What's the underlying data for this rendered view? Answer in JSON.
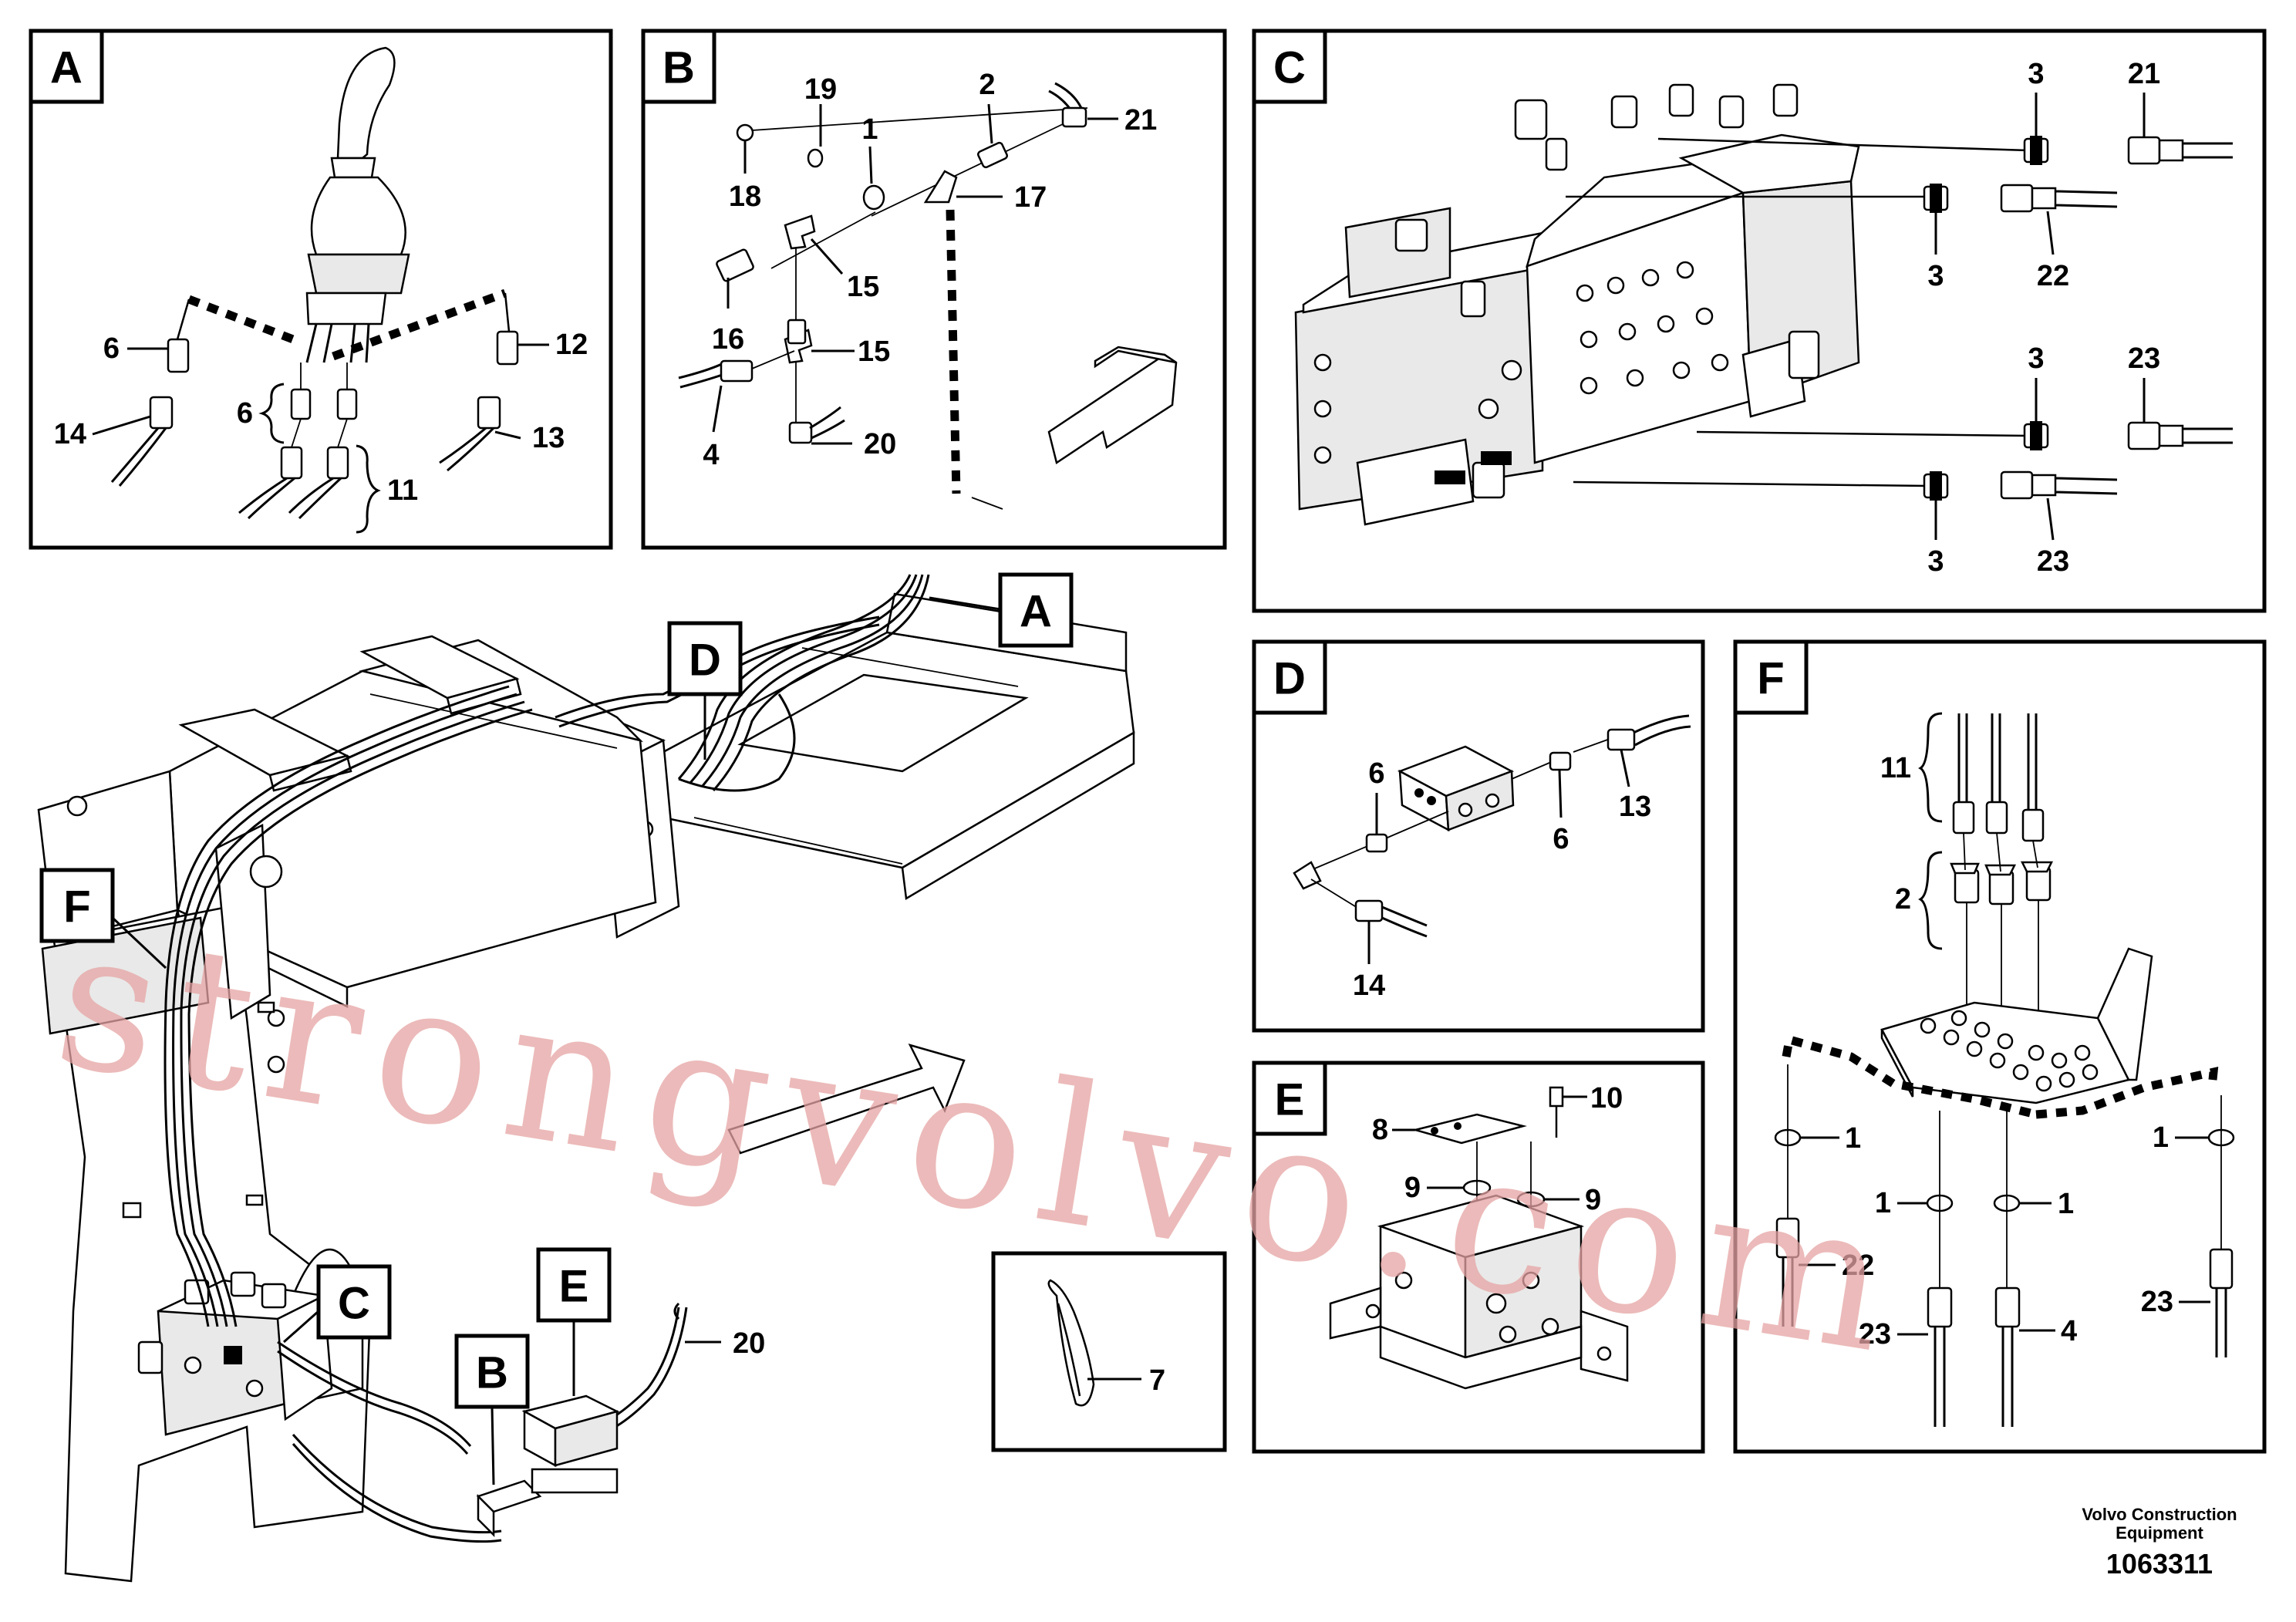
{
  "panels": {
    "A": {
      "tag": "A",
      "callouts": [
        "6",
        "6",
        "14",
        "11",
        "12",
        "13"
      ]
    },
    "B": {
      "tag": "B",
      "callouts": [
        "19",
        "2",
        "21",
        "18",
        "1",
        "17",
        "16",
        "15",
        "15",
        "4",
        "20"
      ]
    },
    "C": {
      "tag": "C",
      "callouts": [
        "3",
        "21",
        "3",
        "22",
        "3",
        "23",
        "3",
        "23"
      ]
    },
    "D": {
      "tag": "D",
      "callouts": [
        "6",
        "6",
        "13",
        "14"
      ]
    },
    "E": {
      "tag": "E",
      "callouts": [
        "10",
        "8",
        "9",
        "9"
      ]
    },
    "F": {
      "tag": "F",
      "callouts": [
        "11",
        "2",
        "1",
        "1",
        "1",
        "1",
        "22",
        "23",
        "4",
        "23"
      ]
    }
  },
  "main_view": {
    "tags": [
      "A",
      "D",
      "F",
      "C",
      "E",
      "B"
    ],
    "callouts": [
      "20"
    ]
  },
  "clamp_box": {
    "callout": "7"
  },
  "footer": {
    "company_line1": "Volvo Construction",
    "company_line2": "Equipment",
    "drawing_number": "1063311"
  },
  "watermark": "strongvolvo.com"
}
